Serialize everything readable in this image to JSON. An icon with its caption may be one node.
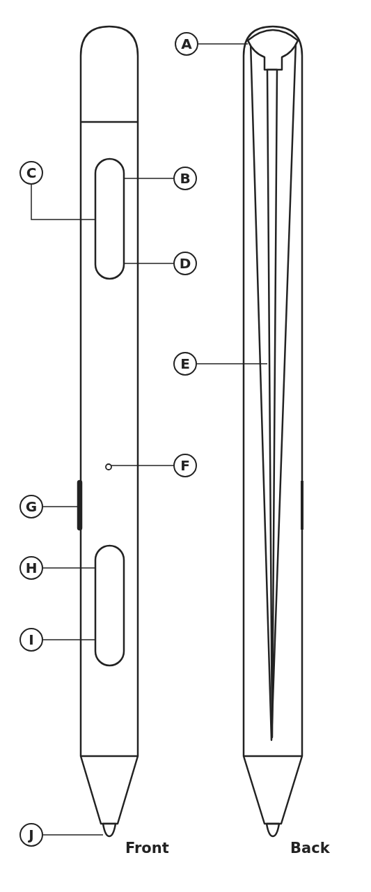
{
  "diagram": {
    "nodes": [
      {
        "text": [
          "A"
        ]
      },
      {
        "text": [
          "C"
        ]
      },
      {
        "text": [
          "B"
        ]
      },
      {
        "text": [
          "D"
        ]
      },
      {
        "text": [
          "E"
        ]
      },
      {
        "text": [
          "F"
        ]
      },
      {
        "text": [
          "G"
        ]
      },
      {
        "text": [
          "H"
        ]
      },
      {
        "text": [
          "I"
        ]
      },
      {
        "text": [
          "J"
        ]
      },
      {
        "text": [],
        "shape": "bar"
      },
      {
        "text": [],
        "shape": "circle"
      },
      {
        "text": [],
        "shape": "bar"
      },
      {
        "text": [],
        "shape": "bar"
      },
      {
        "text": [],
        "shape": "box"
      },
      {
        "text": [],
        "shape": "box"
      },
      {
        "text": [],
        "shape": "bar"
      }
    ],
    "edges": [
      {
        "from": 0,
        "to": 15,
        "arrow": "none"
      },
      {
        "from": 1,
        "to": 10,
        "arrow": "none"
      },
      {
        "from": 2,
        "to": 10,
        "arrow": "none"
      },
      {
        "from": 3,
        "to": 10,
        "arrow": "none"
      },
      {
        "from": 4,
        "to": 16,
        "arrow": "none"
      },
      {
        "from": 5,
        "to": 11,
        "arrow": "none"
      },
      {
        "from": 6,
        "to": 12,
        "arrow": "none"
      },
      {
        "from": 7,
        "to": 13,
        "arrow": "none"
      },
      {
        "from": 8,
        "to": 13,
        "arrow": "none"
      },
      {
        "from": 9,
        "to": 14,
        "arrow": "none"
      }
    ],
    "labels": [
      "Front",
      "Back"
    ]
  }
}
